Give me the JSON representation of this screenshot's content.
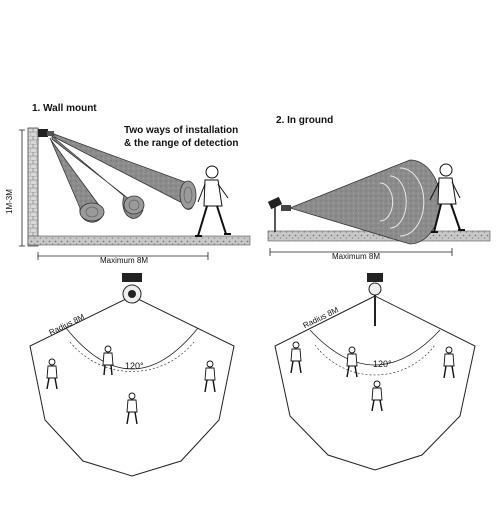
{
  "wall": {
    "heading": "1. Wall mount",
    "tagline_1": "Two ways of installation",
    "tagline_2": "& the range of detection",
    "height_label": "1M-3M",
    "distance_label": "Maximum 8M",
    "radius_label": "Radius 8M",
    "angle_label": "120°"
  },
  "ground": {
    "heading": "2. In ground",
    "distance_label": "Maximum 8M",
    "radius_label": "Radius 8M",
    "angle_label": "120°"
  },
  "colors": {
    "beam": "#8a8a8a",
    "ink": "#111111",
    "ground_fill": "#b9b9b9"
  }
}
